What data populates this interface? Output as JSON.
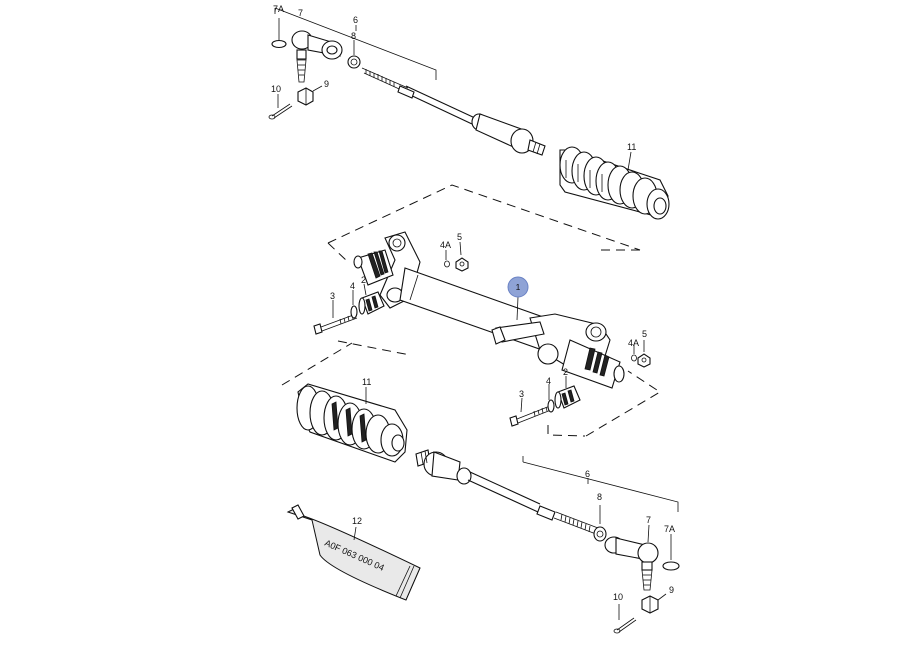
{
  "callouts": {
    "c1": "1",
    "c2a": "2",
    "c2b": "2",
    "c3a": "3",
    "c3b": "3",
    "c4a": "4",
    "c4b": "4",
    "c4Aa": "4A",
    "c4Ab": "4A",
    "c5a": "5",
    "c5b": "5",
    "c6a": "6",
    "c6b": "6",
    "c7a": "7",
    "c7b": "7",
    "c7Aa": "7A",
    "c7Ab": "7A",
    "c8a": "8",
    "c8b": "8",
    "c9a": "9",
    "c9b": "9",
    "c10a": "10",
    "c10b": "10",
    "c11a": "11",
    "c11b": "11",
    "c12": "12"
  },
  "grease_tube_label": "A0F 063 000 04",
  "colors": {
    "hotspot": "#8fa3d6",
    "line": "#111111"
  }
}
